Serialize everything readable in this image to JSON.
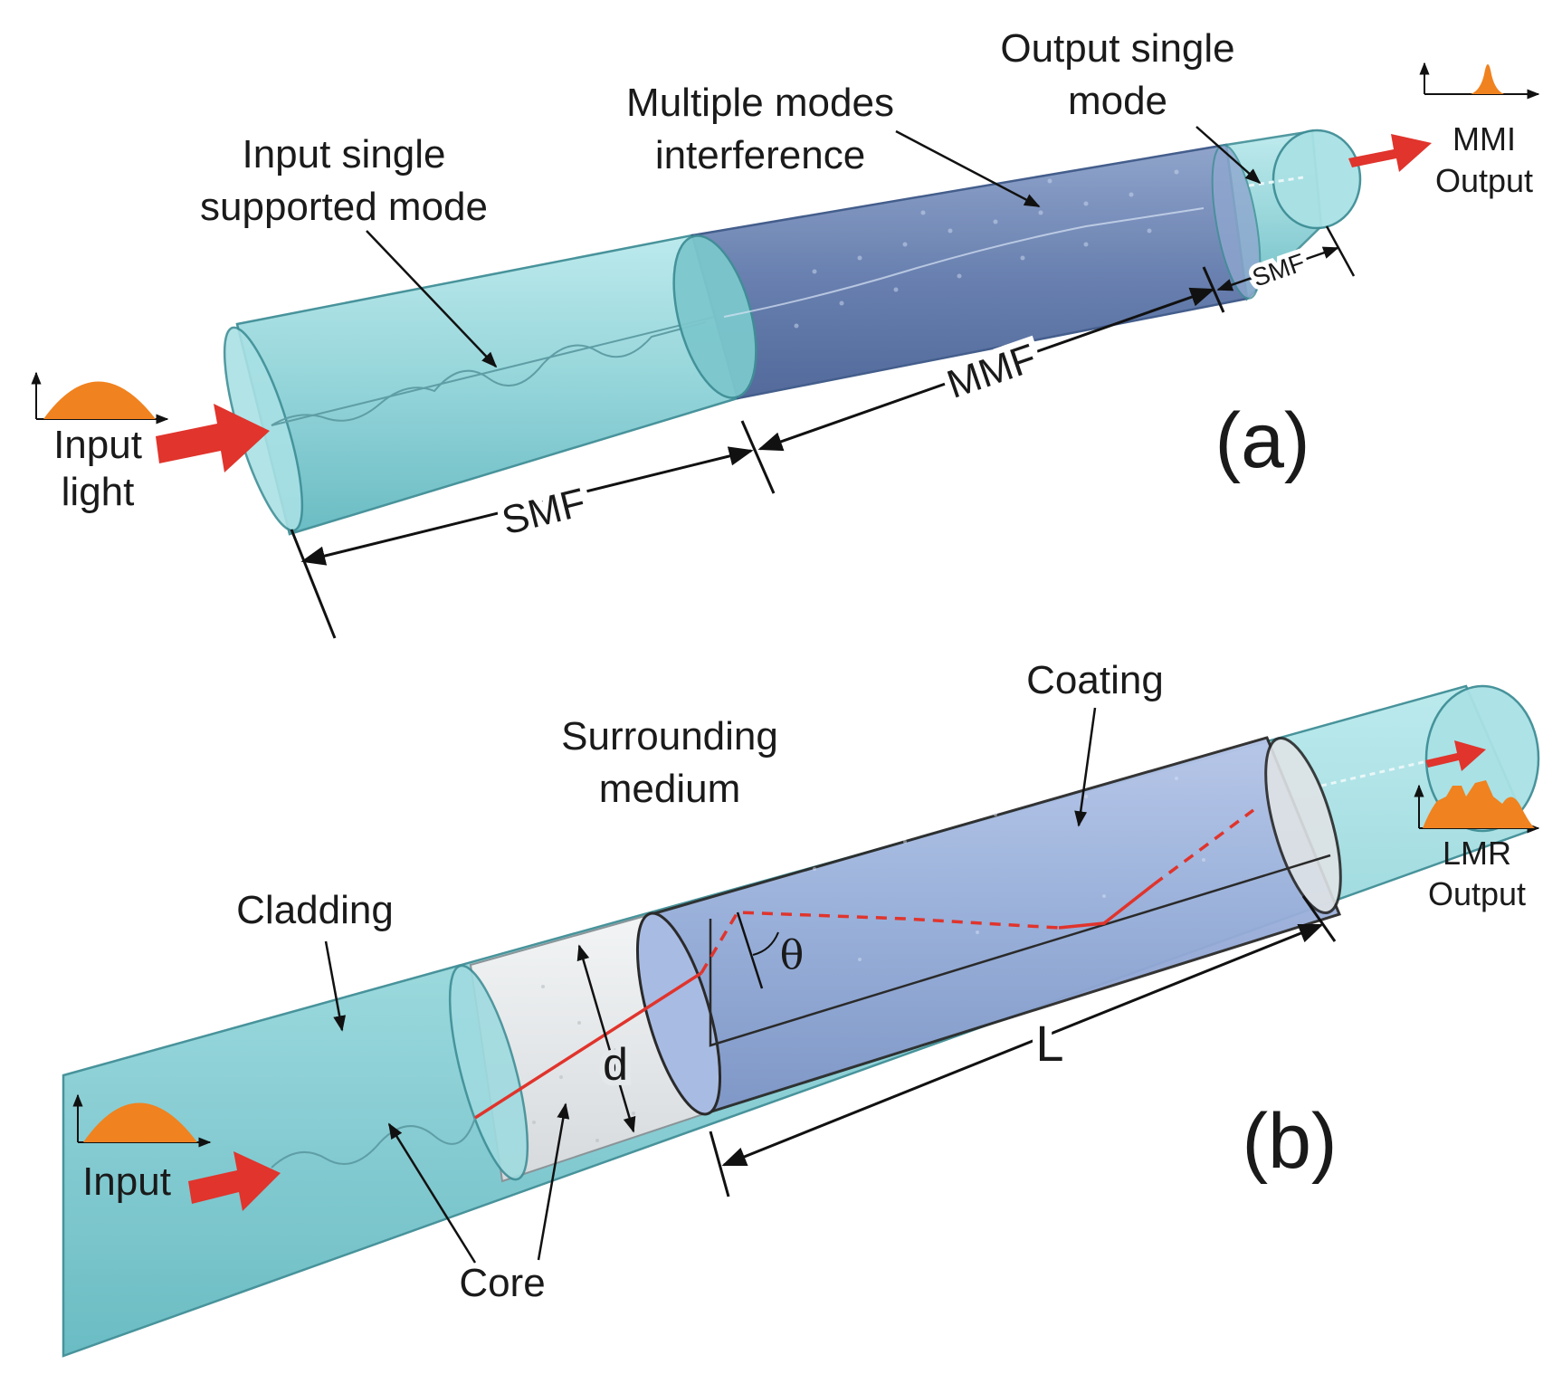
{
  "panel_a": {
    "label": "(a)",
    "annotations": {
      "input_single_supported_mode": [
        "Input single",
        "supported mode"
      ],
      "multiple_modes_interference": [
        "Multiple modes",
        "interference"
      ],
      "output_single_mode": [
        "Output single",
        "mode"
      ]
    },
    "dimensions": {
      "smf_input": "SMF",
      "mmf": "MMF",
      "smf_output": "SMF"
    },
    "input_label": [
      "Input",
      "light"
    ],
    "output_label": [
      "MMI",
      "Output"
    ]
  },
  "panel_b": {
    "label": "(b)",
    "annotations": {
      "coating": "Coating",
      "surrounding_medium": [
        "Surrounding",
        "medium"
      ],
      "cladding": "Cladding",
      "core": "Core"
    },
    "symbols": {
      "diameter": "d",
      "length": "L",
      "angle": "θ"
    },
    "input_label": "Input",
    "output_label": [
      "LMR",
      "Output"
    ]
  },
  "colors": {
    "fiber_cladding": "#8fd3d8",
    "fiber_edge": "#3f8e96",
    "multimode_section": "#6f86b8",
    "coating": "#9fb2de",
    "core_region": "#e4e8ea",
    "arrow_red": "#e0342c",
    "spectrum_orange": "#f0821f",
    "ray": "#e0342c"
  }
}
